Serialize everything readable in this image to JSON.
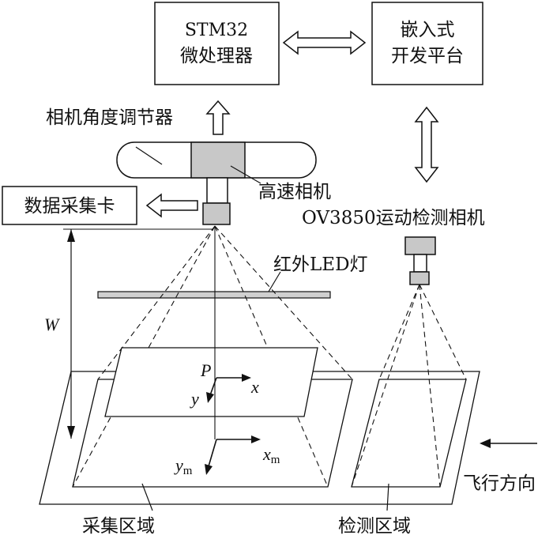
{
  "diagram": {
    "stm32_box": {
      "line1": "STM32",
      "line2": "微处理器"
    },
    "embedded_box": {
      "line1": "嵌入式",
      "line2": "开发平台"
    },
    "angle_adjuster_label": "相机角度调节器",
    "highspeed_camera_label": "高速相机",
    "daq_card_label": "数据采集卡",
    "motion_camera_label": "OV3850运动检测相机",
    "ir_led_label": "红外LED灯",
    "distance_label": "W",
    "axis_p": "P",
    "axis_x": "x",
    "axis_y": "y",
    "axis_xm": "x",
    "axis_xm_sub": "m",
    "axis_ym": "y",
    "axis_ym_sub": "m",
    "flight_direction_label": "飞行方向",
    "collection_area_label": "采集区域",
    "detection_area_label": "检测区域"
  },
  "colors": {
    "stroke": "#111111",
    "camera_body": "#c8c8c8",
    "led_bar": "#d0d0d0"
  }
}
